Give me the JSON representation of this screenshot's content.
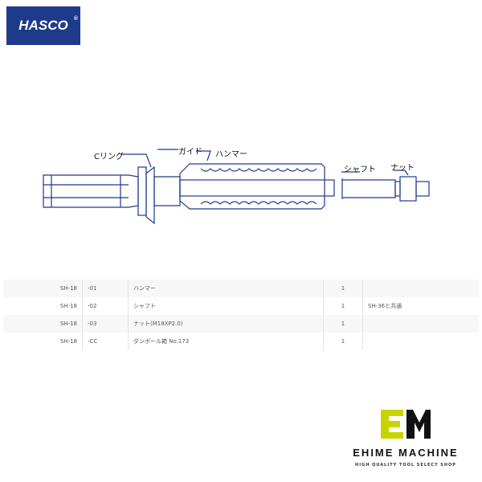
{
  "logo": {
    "text": "HASCO",
    "reg": "®"
  },
  "callouts": {
    "c_ring": "Cリング",
    "guide": "ガイド",
    "hammer": "ハンマー",
    "shaft": "シャフト",
    "nut": "ナット"
  },
  "parts_table": [
    {
      "model": "SH-18",
      "code": "-01",
      "name": "ハンマー",
      "qty": "1",
      "note": ""
    },
    {
      "model": "SH-18",
      "code": "-02",
      "name": "シャフト",
      "qty": "1",
      "note": "SH-36と共通"
    },
    {
      "model": "SH-18",
      "code": "-03",
      "name": "ナット(M18XP2.0)",
      "qty": "1",
      "note": ""
    },
    {
      "model": "SH-18",
      "code": "-CC",
      "name": "ダンボール箱 No.173",
      "qty": "1",
      "note": ""
    }
  ],
  "brand": {
    "name": "EHIME MACHINE",
    "tagline": "HIGH QUALITY TOOL SELECT SHOP",
    "colors": {
      "mark": "#c8d400",
      "text": "#111111"
    }
  },
  "colors": {
    "logo_bg": "#1e3a8a",
    "diagram_line": "#1e3a8a"
  }
}
